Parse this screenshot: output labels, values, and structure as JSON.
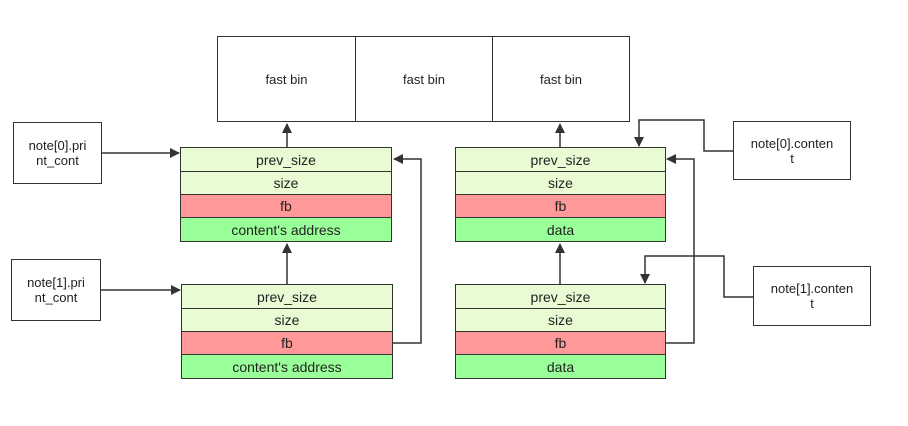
{
  "fast_bins": [
    {
      "label": "fast bin"
    },
    {
      "label": "fast bin"
    },
    {
      "label": "fast bin"
    }
  ],
  "notes": {
    "note0_print": {
      "line1": "note[0].pri",
      "line2": "nt_cont"
    },
    "note1_print": {
      "line1": "note[1].pri",
      "line2": "nt_cont"
    },
    "note0_content": {
      "line1": "note[0].conten",
      "line2": "t"
    },
    "note1_content": {
      "line1": "note[1].conten",
      "line2": "t"
    }
  },
  "chunks": {
    "left_top": {
      "prev_size": "prev_size",
      "size": "size",
      "fb": "fb",
      "content": "content's address"
    },
    "left_bottom": {
      "prev_size": "prev_size",
      "size": "size",
      "fb": "fb",
      "content": "content's address"
    },
    "right_top": {
      "prev_size": "prev_size",
      "size": "size",
      "fb": "fb",
      "content": "data"
    },
    "right_bottom": {
      "prev_size": "prev_size",
      "size": "size",
      "fb": "fb",
      "content": "data"
    }
  },
  "colors": {
    "header_rows": "#e8fbd3",
    "fb_row": "#ff9999",
    "content_row": "#99ff99",
    "line": "#333333"
  }
}
